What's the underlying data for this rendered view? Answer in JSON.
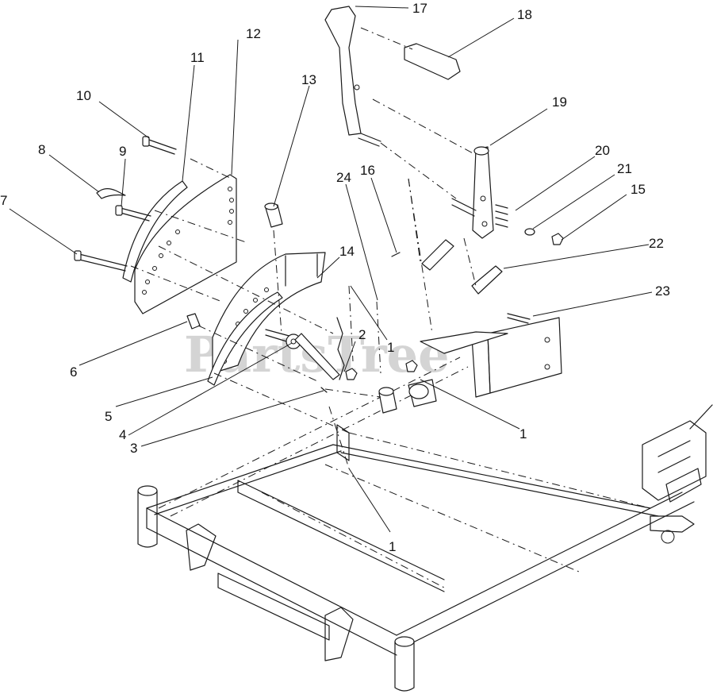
{
  "watermark": "PartsTree",
  "callouts": [
    {
      "id": "c17",
      "text": "17"
    },
    {
      "id": "c18",
      "text": "18"
    },
    {
      "id": "c12",
      "text": "12"
    },
    {
      "id": "c11",
      "text": "11"
    },
    {
      "id": "c13",
      "text": "13"
    },
    {
      "id": "c10",
      "text": "10"
    },
    {
      "id": "c19",
      "text": "19"
    },
    {
      "id": "c9",
      "text": "9"
    },
    {
      "id": "c8",
      "text": "8"
    },
    {
      "id": "c24",
      "text": "24"
    },
    {
      "id": "c16",
      "text": "16"
    },
    {
      "id": "c20",
      "text": "20"
    },
    {
      "id": "c21",
      "text": "21"
    },
    {
      "id": "c15",
      "text": "15"
    },
    {
      "id": "c7",
      "text": "7"
    },
    {
      "id": "c22",
      "text": "22"
    },
    {
      "id": "c14",
      "text": "14"
    },
    {
      "id": "c23",
      "text": "23"
    },
    {
      "id": "c1a",
      "text": "1"
    },
    {
      "id": "c2",
      "text": "2"
    },
    {
      "id": "c6",
      "text": "6"
    },
    {
      "id": "c1b",
      "text": "1"
    },
    {
      "id": "c5",
      "text": "5"
    },
    {
      "id": "c4",
      "text": "4"
    },
    {
      "id": "c3",
      "text": "3"
    },
    {
      "id": "c1c",
      "text": "1"
    }
  ]
}
